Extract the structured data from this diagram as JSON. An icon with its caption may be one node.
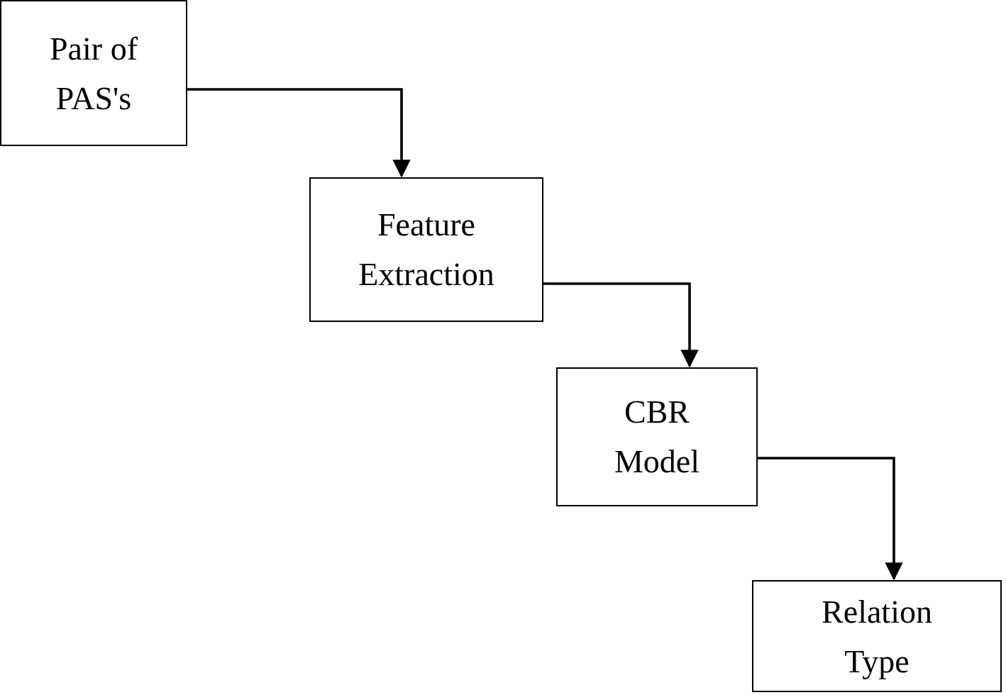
{
  "diagram": {
    "nodes": [
      {
        "text": [
          "Pair of PAS's"
        ]
      },
      {
        "text": [
          "Feature Extraction"
        ]
      },
      {
        "text": [
          "CBR Model"
        ]
      },
      {
        "text": [
          "Relation Type"
        ]
      }
    ],
    "edges": [
      {
        "from": 0,
        "to": 1,
        "arrow": "to"
      },
      {
        "from": 1,
        "to": 2,
        "arrow": "to"
      },
      {
        "from": 2,
        "to": 3,
        "arrow": "to"
      }
    ]
  }
}
